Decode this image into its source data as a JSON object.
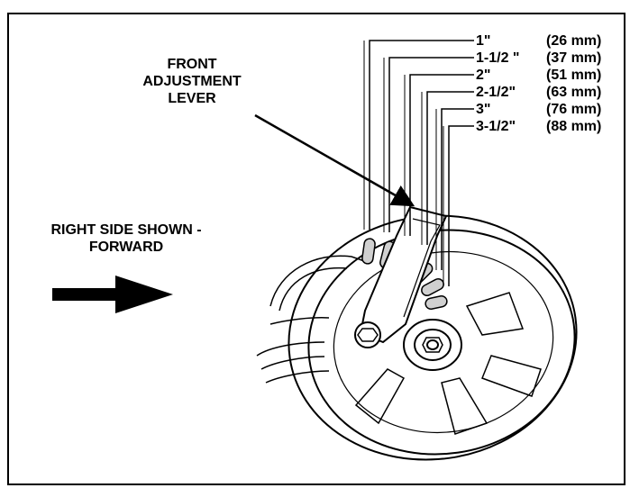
{
  "header_fragment": "",
  "labels": {
    "lever": [
      "FRONT",
      "ADJUSTMENT",
      "LEVER"
    ],
    "side": [
      "RIGHT SIDE SHOWN -",
      "FORWARD"
    ]
  },
  "heights": [
    {
      "imperial": "1\"",
      "metric": "(26 mm)"
    },
    {
      "imperial": "1-1/2 \"",
      "metric": "(37 mm)"
    },
    {
      "imperial": "2\"",
      "metric": "(51 mm)"
    },
    {
      "imperial": "2-1/2\"",
      "metric": "(63 mm)"
    },
    {
      "imperial": "3\"",
      "metric": "(76 mm)"
    },
    {
      "imperial": "3-1/2\"",
      "metric": "(88 mm)"
    }
  ],
  "colors": {
    "line": "#000000",
    "background": "#ffffff",
    "accent_fill": "#d0d0d0"
  }
}
